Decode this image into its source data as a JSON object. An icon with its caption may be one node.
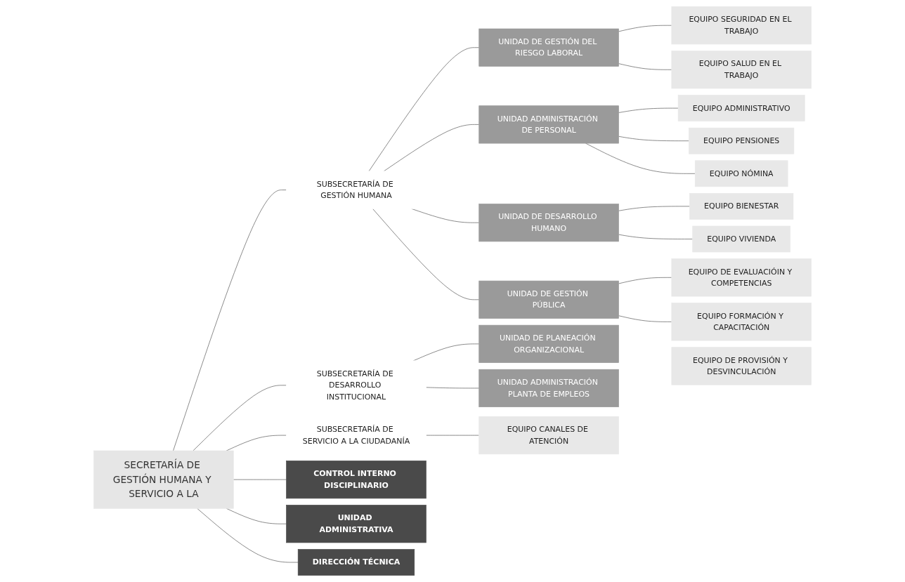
{
  "diagram": {
    "nodes": [
      {
        "text": [
          "SECRETARÍA DE GESTIÓN HUMANA Y SERVICIO A LA"
        ]
      },
      {
        "text": [
          "CONTROL INTERNO DISCIPLINARIO"
        ]
      },
      {
        "text": [
          "UNIDAD ADMINISTRATIVA"
        ]
      },
      {
        "text": [
          "DIRECCIÓN TÉCNICA"
        ]
      },
      {
        "text": [
          "SUBSECRETARÍA DE GESTIÓN HUMANA"
        ]
      },
      {
        "text": [
          "UNIDAD DE GESTIÓN DEL RIESGO LABORAL"
        ]
      },
      {
        "text": [
          "EQUIPO SEGURIDAD EN EL TRABAJO"
        ]
      },
      {
        "text": [
          "EQUIPO SALUD EN EL TRABAJO"
        ]
      },
      {
        "text": [
          "UNIDAD ADMINISTRACIÓN DE PERSONAL"
        ]
      },
      {
        "text": [
          "EQUIPO ADMINISTRATIVO"
        ]
      },
      {
        "text": [
          "EQUIPO PENSIONES"
        ]
      },
      {
        "text": [
          "EQUIPO NÓMINA"
        ]
      },
      {
        "text": [
          "UNIDAD DE DESARROLLO HUMANO"
        ]
      },
      {
        "text": [
          "EQUIPO BIENESTAR"
        ]
      },
      {
        "text": [
          "EQUIPO VIVIENDA"
        ]
      },
      {
        "text": [
          "UNIDAD DE GESTIÓN PÚBLICA"
        ]
      },
      {
        "text": [
          "EQUIPO DE EVALUACIÓIN Y COMPETENCIAS"
        ]
      },
      {
        "text": [
          "EQUIPO FORMACIÓN Y CAPACITACIÓN"
        ]
      },
      {
        "text": [
          "EQUIPO DE PROVISIÓN Y DESVINCULACIÓN"
        ]
      },
      {
        "text": [
          "SUBSECRETARÍA DE DESARROLLO INSTITUCIONAL"
        ]
      },
      {
        "text": [
          "UNIDAD DE PLANEACIÓN ORGANIZACIONAL"
        ]
      },
      {
        "text": [
          "UNIDAD ADMINISTRACIÓN PLANTA DE EMPLEOS"
        ]
      },
      {
        "text": [
          "SUBSECRETARÍA DE SERVICIO A LA CIUDADANÍA"
        ]
      },
      {
        "text": [
          "EQUIPO CANALES DE ATENCIÓN"
        ]
      }
    ],
    "edges": [
      {
        "from": 0,
        "to": 4,
        "arrow": "none"
      },
      {
        "from": 0,
        "to": 1,
        "arrow": "none"
      },
      {
        "from": 0,
        "to": 2,
        "arrow": "none"
      },
      {
        "from": 0,
        "to": 3,
        "arrow": "none"
      },
      {
        "from": 0,
        "to": 19,
        "arrow": "none"
      },
      {
        "from": 0,
        "to": 22,
        "arrow": "none"
      },
      {
        "from": 4,
        "to": 5,
        "arrow": "none"
      },
      {
        "from": 4,
        "to": 8,
        "arrow": "none"
      },
      {
        "from": 4,
        "to": 12,
        "arrow": "none"
      },
      {
        "from": 4,
        "to": 15,
        "arrow": "none"
      },
      {
        "from": 5,
        "to": 6,
        "arrow": "none"
      },
      {
        "from": 5,
        "to": 7,
        "arrow": "none"
      },
      {
        "from": 8,
        "to": 9,
        "arrow": "none"
      },
      {
        "from": 8,
        "to": 10,
        "arrow": "none"
      },
      {
        "from": 8,
        "to": 11,
        "arrow": "none"
      },
      {
        "from": 12,
        "to": 13,
        "arrow": "none"
      },
      {
        "from": 12,
        "to": 14,
        "arrow": "none"
      },
      {
        "from": 15,
        "to": 16,
        "arrow": "none"
      },
      {
        "from": 15,
        "to": 17,
        "arrow": "none"
      },
      {
        "from": 19,
        "to": 20,
        "arrow": "none"
      },
      {
        "from": 19,
        "to": 21,
        "arrow": "none"
      },
      {
        "from": 22,
        "to": 23,
        "arrow": "none"
      }
    ]
  }
}
